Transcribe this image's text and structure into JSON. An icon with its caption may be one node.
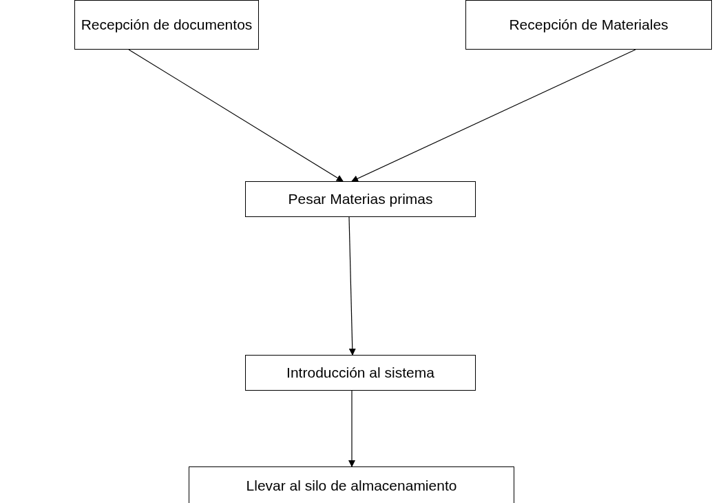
{
  "diagram": {
    "nodes": [
      {
        "text": [
          "Recepción de documentos"
        ]
      },
      {
        "text": [
          "Recepción de Materiales"
        ]
      },
      {
        "text": [
          "Pesar Materias primas"
        ]
      },
      {
        "text": [
          "Introducción al sistema"
        ]
      },
      {
        "text": [
          "Llevar al silo de almacenamiento"
        ]
      }
    ],
    "edges": [
      {
        "from": 0,
        "to": 2,
        "arrow": "to"
      },
      {
        "from": 1,
        "to": 2,
        "arrow": "to"
      },
      {
        "from": 2,
        "to": 3,
        "arrow": "to"
      },
      {
        "from": 3,
        "to": 4,
        "arrow": "to"
      }
    ]
  }
}
